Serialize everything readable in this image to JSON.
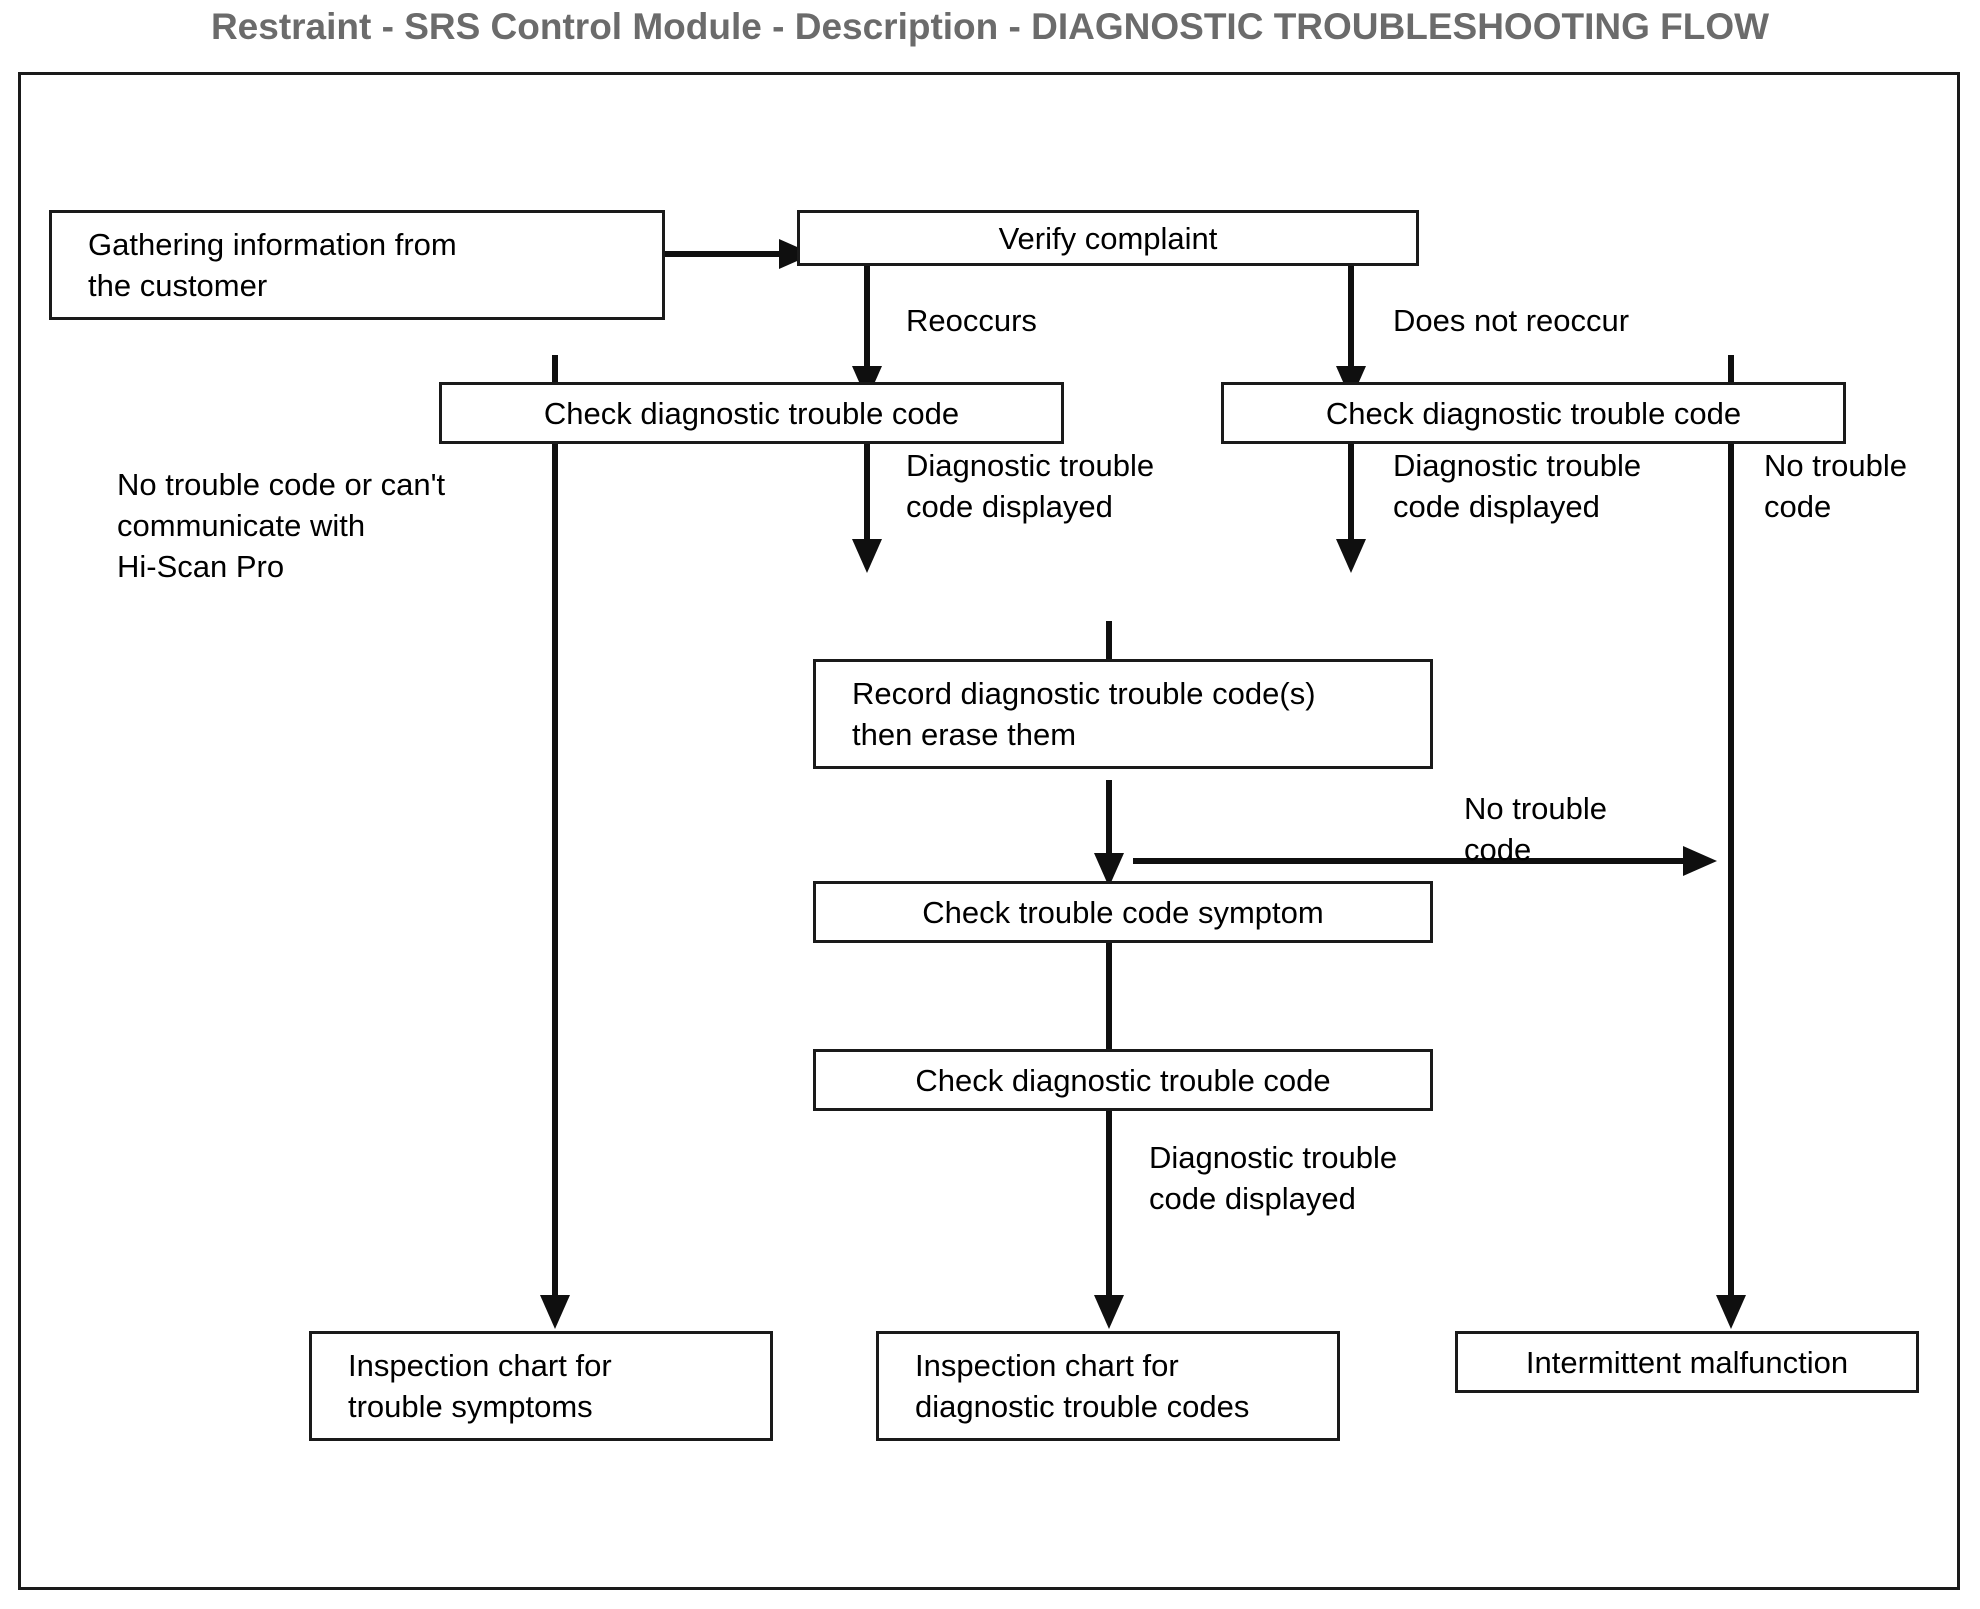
{
  "page": {
    "title": "Restraint - SRS Control Module - Description - DIAGNOSTIC TROUBLESHOOTING FLOW",
    "title_color": "#6b6b6b",
    "frame_color": "#1a1a1a",
    "line_color": "#0f0f0f",
    "background": "#ffffff"
  },
  "chart_data": {
    "type": "diagram",
    "title": "Restraint - SRS Control Module - Description - DIAGNOSTIC TROUBLESHOOTING FLOW",
    "nodes": [
      {
        "id": "gathering",
        "label": "Gathering information from\nthe customer"
      },
      {
        "id": "verify",
        "label": "Verify complaint"
      },
      {
        "id": "check_dtc_left",
        "label": "Check diagnostic trouble code"
      },
      {
        "id": "check_dtc_right",
        "label": "Check diagnostic trouble code"
      },
      {
        "id": "record_erase",
        "label": "Record diagnostic trouble code(s)\nthen erase them"
      },
      {
        "id": "check_symptom",
        "label": "Check trouble code symptom"
      },
      {
        "id": "check_dtc_mid",
        "label": "Check diagnostic trouble code"
      },
      {
        "id": "inspect_symptoms",
        "label": "Inspection chart for\ntrouble symptoms"
      },
      {
        "id": "inspect_codes",
        "label": "Inspection chart for\ndiagnostic trouble codes"
      },
      {
        "id": "intermittent",
        "label": "Intermittent malfunction"
      }
    ],
    "edges": [
      {
        "from": "gathering",
        "to": "verify",
        "label": ""
      },
      {
        "from": "verify",
        "to": "check_dtc_left",
        "label": "Reoccurs"
      },
      {
        "from": "verify",
        "to": "check_dtc_right",
        "label": "Does not reoccur"
      },
      {
        "from": "check_dtc_left",
        "to": "inspect_symptoms",
        "label": "No trouble code or can't\ncommunicate with\nHi-Scan Pro"
      },
      {
        "from": "check_dtc_left",
        "to": "record_erase",
        "label": "Diagnostic trouble\ncode displayed"
      },
      {
        "from": "check_dtc_right",
        "to": "record_erase",
        "label": "Diagnostic trouble\ncode displayed"
      },
      {
        "from": "check_dtc_right",
        "to": "intermittent",
        "label": "No trouble\ncode"
      },
      {
        "from": "record_erase",
        "to": "check_symptom",
        "label": ""
      },
      {
        "from": "check_symptom",
        "to": "check_dtc_mid",
        "label": ""
      },
      {
        "from": "check_dtc_mid",
        "to": "inspect_codes",
        "label": "Diagnostic trouble\ncode displayed"
      },
      {
        "from": "check_dtc_mid",
        "to": "intermittent",
        "label": "No trouble\ncode"
      }
    ]
  },
  "nodes": {
    "gathering": "Gathering information from\nthe customer",
    "verify": "Verify complaint",
    "check_dtc_left": "Check diagnostic trouble code",
    "check_dtc_right": "Check diagnostic trouble code",
    "record_erase": "Record diagnostic trouble code(s)\nthen erase them",
    "check_symptom": "Check trouble code symptom",
    "check_dtc_mid": "Check diagnostic trouble code",
    "inspect_symptoms": "Inspection chart for\ntrouble symptoms",
    "inspect_codes": "Inspection chart for\ndiagnostic trouble codes",
    "intermittent": "Intermittent malfunction"
  },
  "edge_labels": {
    "reoccurs": "Reoccurs",
    "does_not_reoccur": "Does not reoccur",
    "no_code_or_cant_communicate": "No trouble code or can't\ncommunicate with\nHi-Scan Pro",
    "dtc_displayed_left": "Diagnostic trouble\ncode displayed",
    "dtc_displayed_right": "Diagnostic trouble\ncode displayed",
    "no_trouble_code_right": "No trouble\ncode",
    "no_trouble_code_mid": "No trouble\ncode",
    "dtc_displayed_bottom": "Diagnostic trouble\ncode displayed"
  }
}
